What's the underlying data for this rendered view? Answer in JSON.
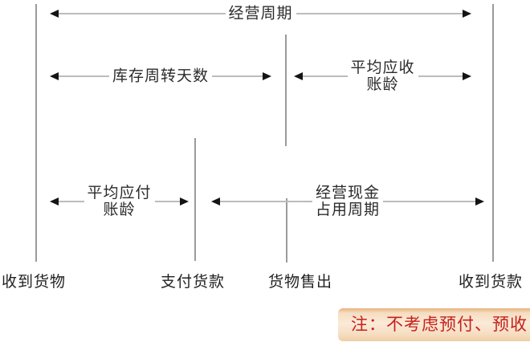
{
  "diagram": {
    "title_arrow": {
      "label": "经营周期"
    },
    "arrows": {
      "inventory_days": {
        "label": "库存周转天数"
      },
      "avg_receivable": {
        "line1": "平均应收",
        "line2": "账龄"
      },
      "avg_payable": {
        "line1": "平均应付",
        "line2": "账龄"
      },
      "cash_cycle": {
        "line1": "经营现金",
        "line2": "占用周期"
      }
    },
    "milestones": {
      "receive_goods": "收到货物",
      "pay_goods": "支付货款",
      "goods_sold": "货物售出",
      "receive_payment": "收到货款"
    },
    "note": {
      "text": "注：不考虑预付、预收"
    },
    "colors": {
      "background": "#ffffff",
      "milestone_line": "#9b9b9b",
      "arrow_shaft": "#bcbcbc",
      "arrowhead": "#141414",
      "label_text": "#2b2b2b",
      "note_text": "#c5211c",
      "note_band": "#f8e3cb"
    }
  }
}
